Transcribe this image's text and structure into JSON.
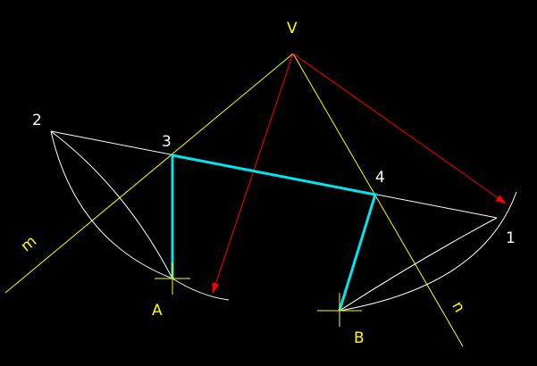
{
  "labels": {
    "V": "V",
    "p1": "1",
    "p2": "2",
    "p3": "3",
    "p4": "4",
    "A": "A",
    "B": "B",
    "m": "m",
    "n": "n"
  },
  "colors": {
    "background": "#000000",
    "construction_white": "#ffffff",
    "construction_yellow": "#ffff00",
    "arrow_red": "#ff0000",
    "result_cyan": "#00e5ee"
  }
}
